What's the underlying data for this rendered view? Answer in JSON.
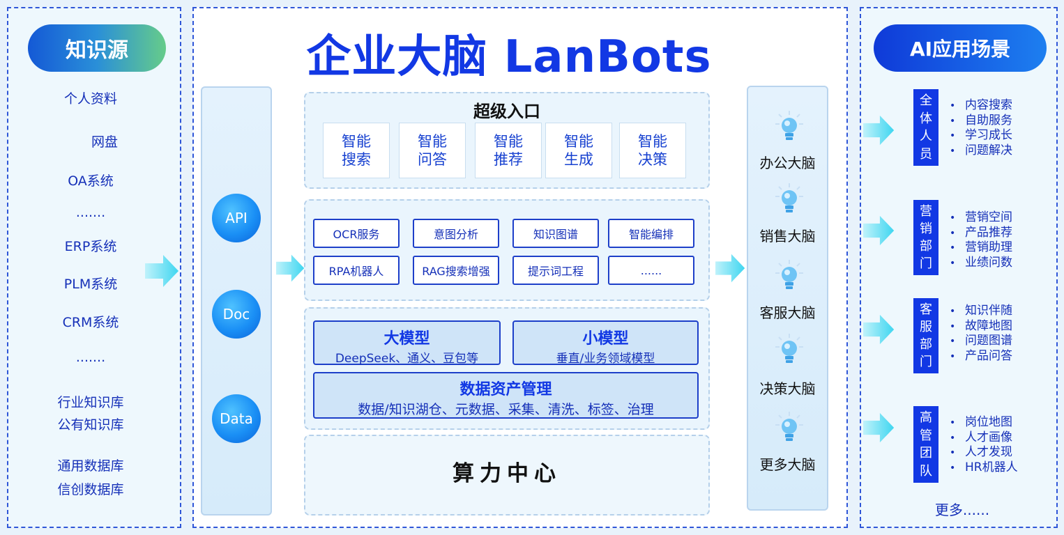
{
  "title": "企业大脑 LanBots",
  "sources": {
    "header": "知识源",
    "items": [
      "个人资料",
      "网盘",
      "OA系统",
      ".......",
      "ERP系统",
      "PLM系统",
      "CRM系统",
      ".......",
      "行业知识库",
      "公有知识库",
      "通用数据库",
      "信创数据库"
    ]
  },
  "interfaces": [
    "API",
    "Doc",
    "Data"
  ],
  "entry": {
    "title": "超级入口",
    "cards": [
      {
        "line1": "智能",
        "line2": "搜索"
      },
      {
        "line1": "智能",
        "line2": "问答"
      },
      {
        "line1": "智能",
        "line2": "推荐"
      },
      {
        "line1": "智能",
        "line2": "生成"
      },
      {
        "line1": "智能",
        "line2": "决策"
      }
    ]
  },
  "tools": [
    "OCR服务",
    "意图分析",
    "知识图谱",
    "智能编排",
    "RPA机器人",
    "RAG搜索增强",
    "提示词工程",
    "......"
  ],
  "models": {
    "large": {
      "title": "大模型",
      "subtitle": "DeepSeek、通义、豆包等"
    },
    "small": {
      "title": "小模型",
      "subtitle": "垂直/业务领域模型"
    },
    "data": {
      "title": "数据资产管理",
      "subtitle": "数据/知识湖仓、元数据、采集、清洗、标签、治理"
    }
  },
  "compute": "算力中心",
  "brains": [
    "办公大脑",
    "销售大脑",
    "客服大脑",
    "决策大脑",
    "更多大脑"
  ],
  "scenarios": {
    "header": "AI应用场景",
    "groups": [
      {
        "role": [
          "全",
          "体",
          "人",
          "员"
        ],
        "items": [
          "内容搜索",
          "自助服务",
          "学习成长",
          "问题解决"
        ]
      },
      {
        "role": [
          "营",
          "销",
          "部",
          "门"
        ],
        "items": [
          "营销空间",
          "产品推荐",
          "营销助理",
          "业绩问数"
        ]
      },
      {
        "role": [
          "客",
          "服",
          "部",
          "门"
        ],
        "items": [
          "知识伴随",
          "故障地图",
          "问题图谱",
          "产品问答"
        ]
      },
      {
        "role": [
          "高",
          "管",
          "团",
          "队"
        ],
        "items": [
          "岗位地图",
          "人才画像",
          "人才发现",
          "HR机器人"
        ]
      }
    ],
    "more": "更多......"
  },
  "colors": {
    "primary_blue": "#1238e4",
    "dashed_border": "#2f56d8",
    "arrow_cyan": "#3fd6f0",
    "source_pill_gradient": [
      "#1459d6",
      "#66cc8a"
    ]
  },
  "icons": {
    "flow_arrow": "arrow-right-icon",
    "brain": "lightbulb-icon"
  }
}
